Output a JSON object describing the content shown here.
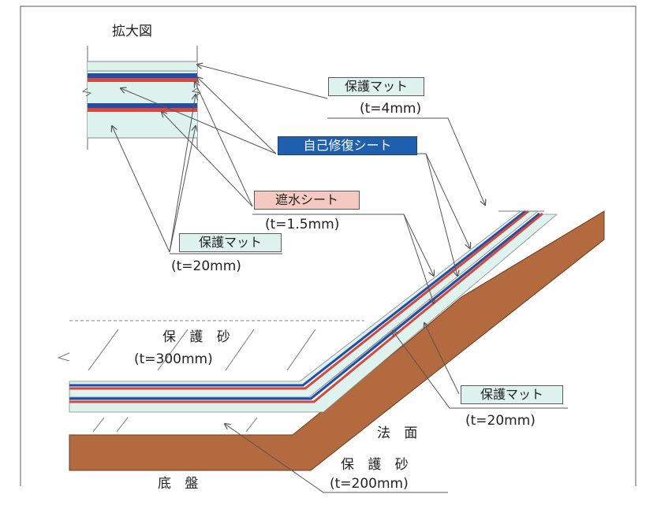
{
  "enlarged_label": "拡大図",
  "callouts": {
    "mat_thin": {
      "label": "保護マット",
      "sub": "(t=4mm)"
    },
    "self_repair": {
      "label": "自己修復シート"
    },
    "waterproof": {
      "label": "遮水シート",
      "sub": "(t=1.5mm)"
    },
    "mat_left": {
      "label": "保護マット",
      "sub": "(t=20mm)"
    },
    "mat_right": {
      "label": "保護マット",
      "sub": "(t=20mm)"
    }
  },
  "regions": {
    "sand_top": {
      "label": "保 護 砂",
      "sub": "(t=300mm)"
    },
    "slope": {
      "label": "法 面"
    },
    "sand_bottom": {
      "label": "保 護 砂",
      "sub": "(t=200mm)"
    },
    "base": {
      "label": "底 盤"
    }
  },
  "colors": {
    "soil": "#b26a3e",
    "mat": "#dff3ee",
    "self_repair_sheet": "#1f4fa8",
    "waterproof_sheet": "#d9463c",
    "line": "#555555"
  }
}
